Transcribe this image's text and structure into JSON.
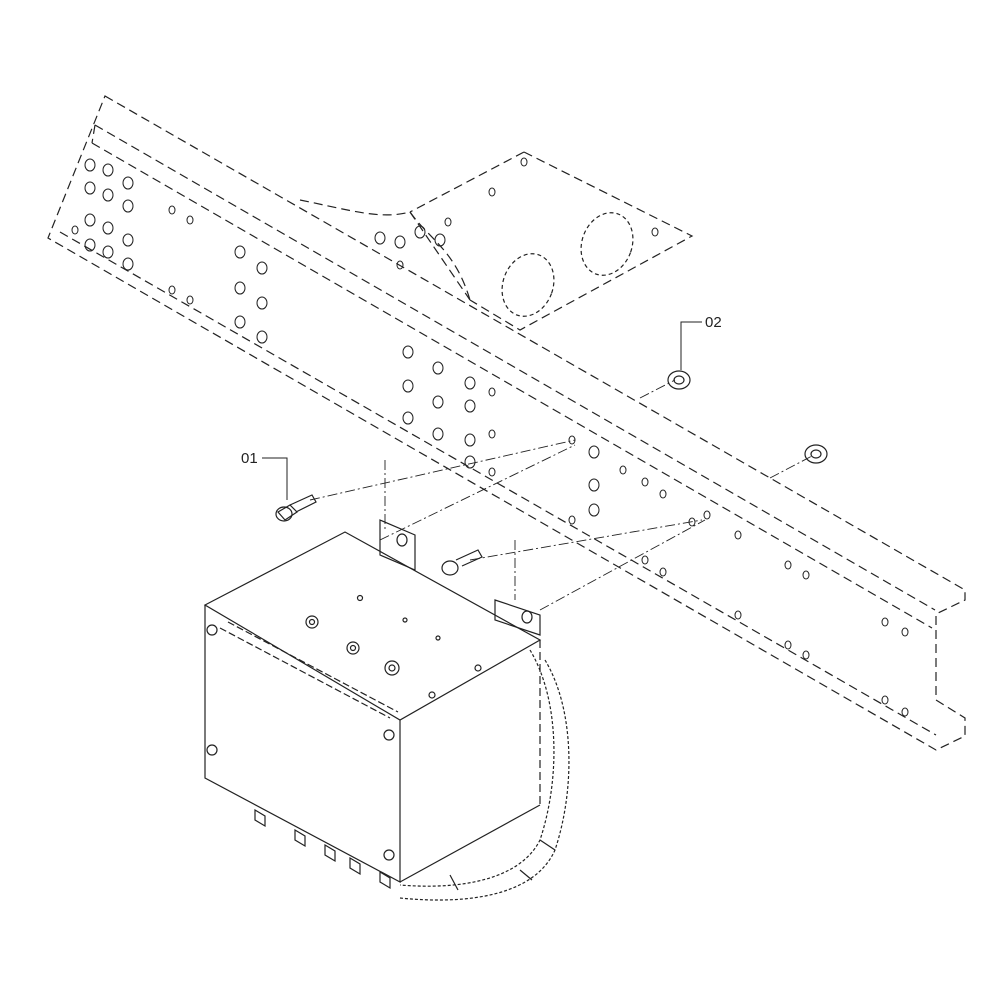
{
  "diagram": {
    "callouts": [
      {
        "id": "part-01",
        "label": "01"
      },
      {
        "id": "part-02",
        "label": "02"
      }
    ],
    "parts": {
      "frame_rail": "frame-rail-dashed",
      "cross_member": "cross-member-dashed",
      "battery_box": "battery-box",
      "bolt": "bolt",
      "nut": "flange-nut"
    },
    "colors": {
      "line": "#222222",
      "background": "#ffffff"
    }
  }
}
